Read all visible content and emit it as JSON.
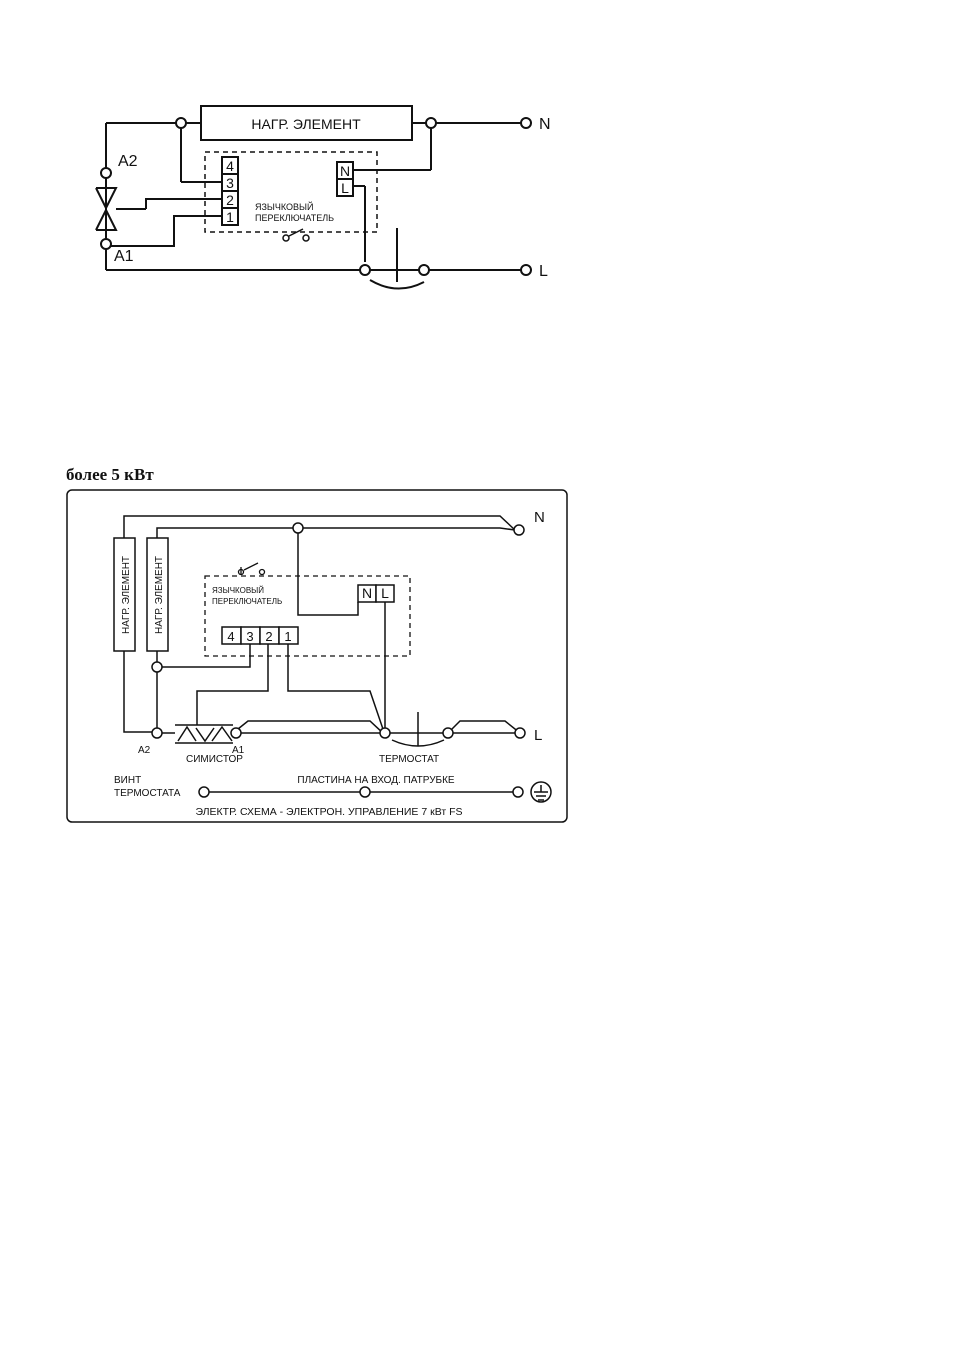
{
  "diagram1": {
    "heater_label": "НАГР. ЭЛЕМЕНТ",
    "terminal_n": "N",
    "terminal_l": "L",
    "a2": "A2",
    "a1": "A1",
    "block_terminals": [
      "4",
      "3",
      "2",
      "1"
    ],
    "block_n": "N",
    "block_l": "L",
    "reed_line1": "ЯЗЫЧКОВЫЙ",
    "reed_line2": "ПЕРЕКЛЮЧАТЕЛЬ"
  },
  "section_title": "более 5 кВт",
  "diagram2": {
    "terminal_n": "N",
    "terminal_l": "L",
    "heater1_label": "НАГР. ЭЛЕМЕНТ",
    "heater2_label": "НАГР. ЭЛЕМЕНТ",
    "reed_line1": "ЯЗЫЧКОВЫЙ",
    "reed_line2": "ПЕРЕКЛЮЧАТЕЛЬ",
    "block_n": "N",
    "block_l": "L",
    "block_terminals": [
      "4",
      "3",
      "2",
      "1"
    ],
    "a2": "A2",
    "a1": "A1",
    "triac_label": "СИМИСТОР",
    "thermostat_label": "ТЕРМОСТАТ",
    "screw_line1": "ВИНТ",
    "screw_line2": "ТЕРМОСТАТА",
    "plate_label": "ПЛАСТИНА НА ВХОД. ПАТРУБКЕ",
    "caption": "ЭЛЕКТР. СХЕМА - ЭЛЕКТРОН. УПРАВЛЕНИЕ 7 кВт FS"
  }
}
